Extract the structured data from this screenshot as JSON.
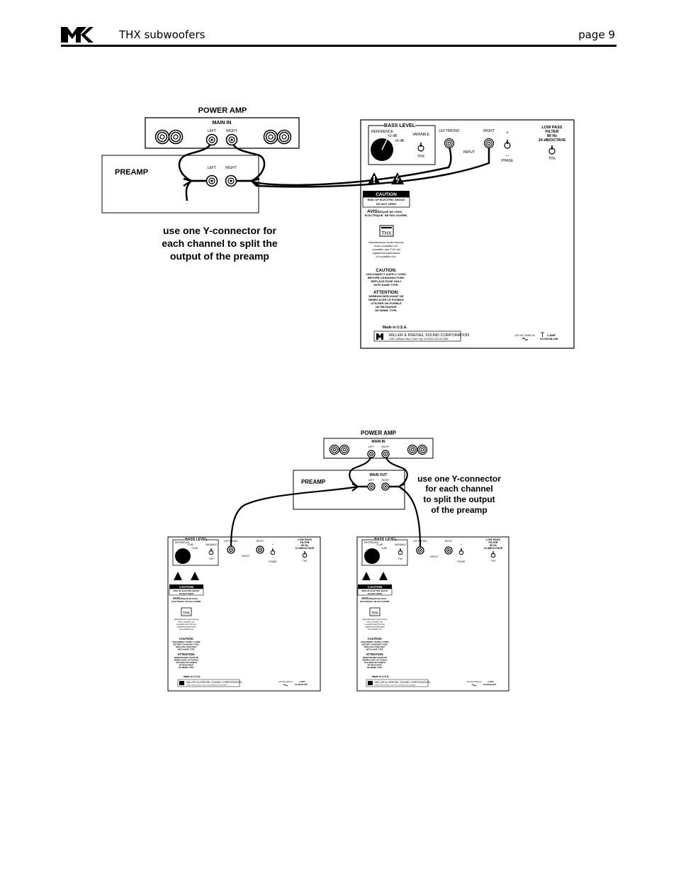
{
  "header": {
    "title": "THX subwoofers",
    "page": "page 9"
  },
  "d1": {
    "power_amp": "POWER AMP",
    "main_in": "MAIN IN",
    "left": "LEFT",
    "right": "RIGHT",
    "preamp": "PREAMP",
    "note": [
      "use one Y-connector for",
      "each channel to split the",
      "output of the preamp"
    ]
  },
  "d2": {
    "power_amp": "POWER AMP",
    "main_in": "MAIN IN",
    "main_out": "MAIN OUT",
    "left": "LEFT",
    "right": "RIGHT",
    "preamp": "PREAMP",
    "note": [
      "use one Y-connector",
      "for each channel",
      "to split the output",
      "of the preamp"
    ]
  },
  "panel": {
    "bass_level": "BASS LEVEL",
    "reference": "REFERENCE",
    "plus3": "+3 dB",
    "plus6": "+6 dB",
    "variable": "VARIABLE",
    "thx": "THX",
    "left_mono": "LEFT/MONO",
    "right": "RIGHT",
    "input": "INPUT",
    "plus": "+",
    "minus": "–",
    "phase": "PHASE",
    "lpf": [
      "LOW PASS",
      "FILTER",
      "80 Hz",
      "24 dB/OCTAVE"
    ],
    "caution_title": "CAUTION",
    "caution_lines": [
      "RISK OF ELECTRIC SHOCK",
      "DO NOT OPEN"
    ],
    "avis_bold": "AVIS:",
    "avis_lines": [
      "RISQUE DE CHOC",
      "ELECTRIQUE. NE PAS OUVRIR."
    ],
    "thx_logo": "THX",
    "license_lines": [
      "Manufactured under license",
      "from Lucasfilm Ltd.",
      "Lucasfilm and THX are",
      "registered trademarks",
      "of Lucasfilm Ltd."
    ],
    "caution2_title": "CAUTION:",
    "caution2_lines": [
      "DISCONNECT SUPPLY CORD",
      "BEFORE CHANGING FUSE.",
      "REPLACE FUSE ONLY",
      "WITH SAME TYPE."
    ],
    "attention_title": "ATTENTION:",
    "attention_lines": [
      "DEBRANCHER AVANT DE",
      "REMPLACER LE FUSIBLE",
      "UTILISER UN FUSIBLE",
      "DE RECHANGE",
      "DE MEME TYPE."
    ],
    "made_in": "Made in U.S.A.",
    "company": "MILLER & KREISEL SOUND CORPORATION",
    "address": "10391 Jefferson Blvd, Culver City, CA 90232  310-204-2854",
    "voltage": "120 VAC 50/60 Hz",
    "fuse": [
      "4 AMP",
      "SLOW-BLOW"
    ]
  }
}
